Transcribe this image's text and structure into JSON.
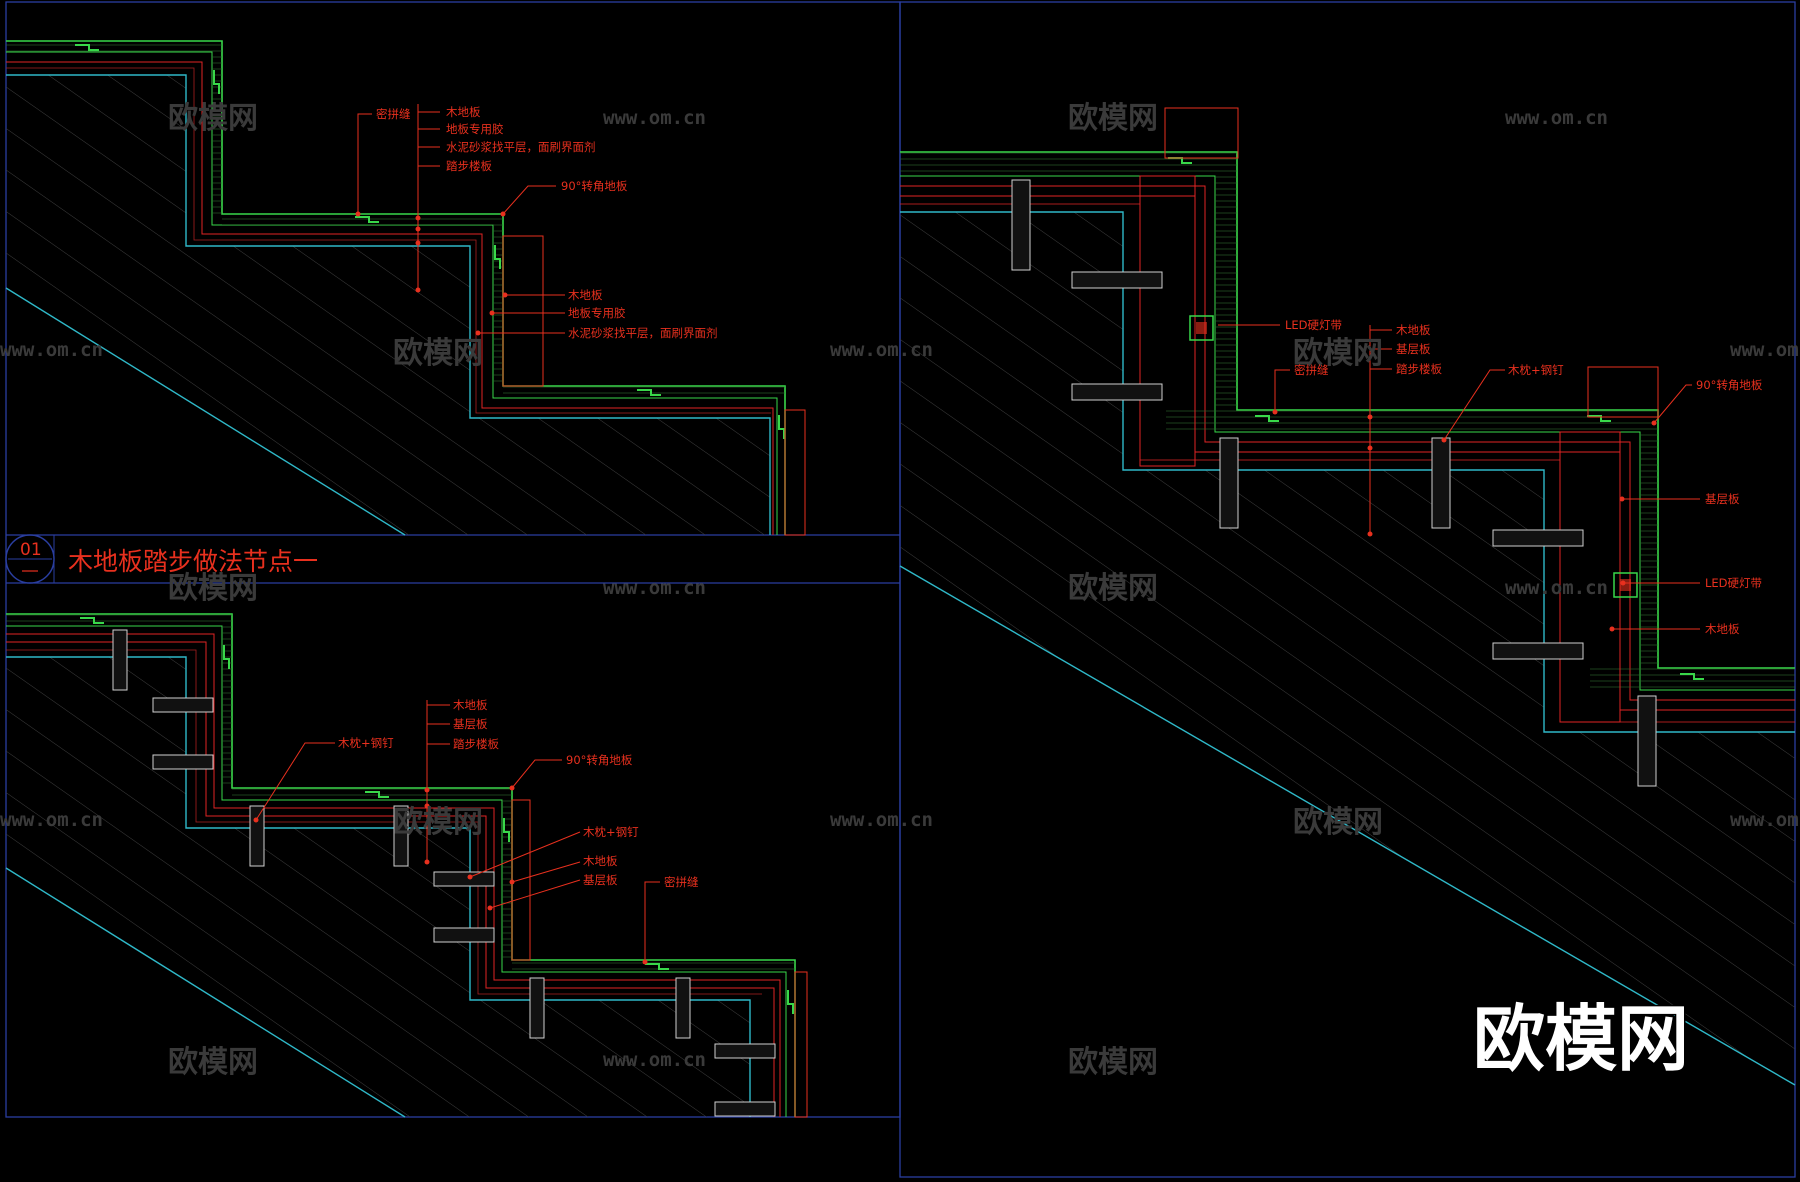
{
  "title_block": {
    "number": "01",
    "title": "木地板踏步做法节点一"
  },
  "watermarks": {
    "cn": "欧模网",
    "url": "www.om.cn"
  },
  "brand_logo": "欧模网",
  "detail_a_labels": [
    "密拼缝",
    "木地板",
    "地板专用胶",
    "水泥砂浆找平层，面刷界面剂",
    "踏步楼板",
    "90°转角地板",
    "木地板",
    "地板专用胶",
    "水泥砂浆找平层，面刷界面剂"
  ],
  "detail_b_labels": [
    "木地板",
    "基层板",
    "踏步楼板",
    "木枕+钢钉",
    "90°转角地板",
    "木枕+钢钉",
    "木地板",
    "基层板",
    "密拼缝"
  ],
  "detail_c_labels": [
    "LED硬灯带",
    "木地板",
    "基层板",
    "踏步楼板",
    "密拼缝",
    "木枕+钢钉",
    "90°转角地板",
    "基层板",
    "LED硬灯带",
    "木地板"
  ],
  "colors": {
    "frame": "#2a3ea0",
    "concrete_edge": "#2fb8c8",
    "finish": "#39d84a",
    "layer": "#e02424",
    "annotation": "#e8301e",
    "watermark": "#3a3a3a"
  }
}
